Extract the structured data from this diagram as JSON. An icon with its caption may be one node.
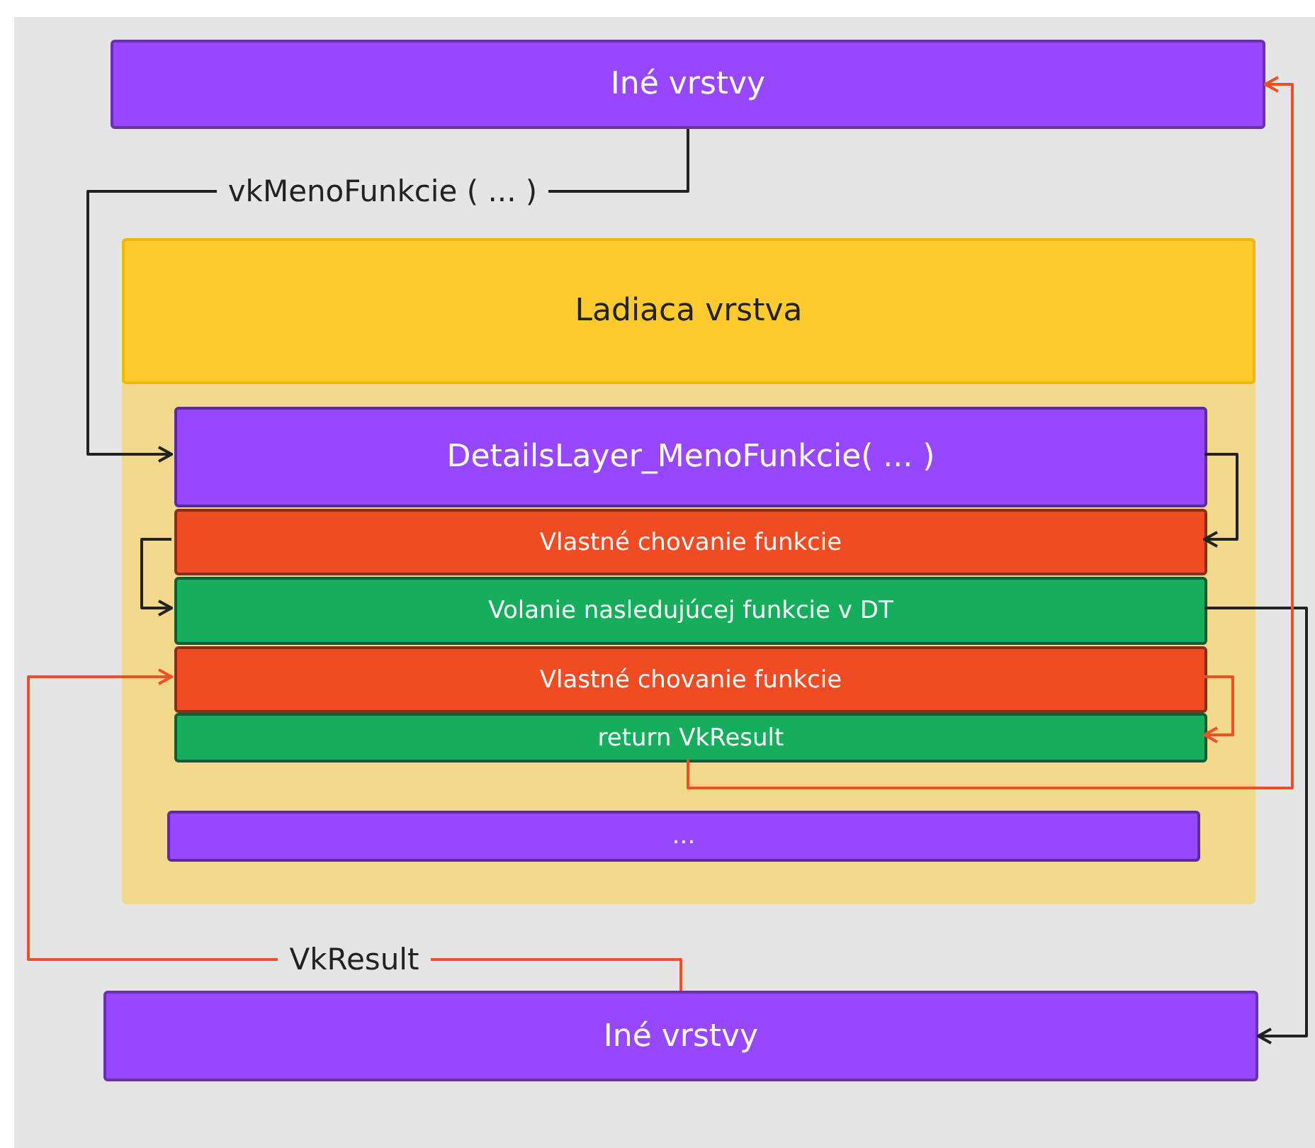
{
  "diagram": {
    "nodes": [
      {
        "text": [
          "Iné vrstvy"
        ]
      },
      {
        "text": [
          "Ladiaca vrstva"
        ]
      },
      {
        "text": [
          "DetailsLayer_MenoFunkcie( ... )"
        ],
        "in": 1
      },
      {
        "text": [
          "Vlastné chovanie funkcie"
        ],
        "in": 1
      },
      {
        "text": [
          "Volanie nasledujúcej funkcie v DT"
        ],
        "in": 1
      },
      {
        "text": [
          "Vlastné chovanie funkcie"
        ],
        "in": 1
      },
      {
        "text": [
          "return VkResult"
        ],
        "in": 1
      },
      {
        "text": [
          "..."
        ],
        "in": 1
      },
      {
        "text": [
          "Iné vrstvy"
        ]
      }
    ],
    "edges": [
      {
        "from": 0,
        "to": 2,
        "arrow": "to",
        "label": "vkMenoFunkcie ( ... )"
      },
      {
        "from": 2,
        "to": 3,
        "arrow": "to"
      },
      {
        "from": 3,
        "to": 4,
        "arrow": "to"
      },
      {
        "from": 4,
        "to": 8,
        "arrow": "to"
      },
      {
        "from": 5,
        "to": 6,
        "arrow": "to",
        "color": "#f04e23"
      },
      {
        "from": 6,
        "to": 0,
        "arrow": "to",
        "color": "#f04e23"
      },
      {
        "from": 8,
        "to": 5,
        "arrow": "to",
        "label": "VkResult",
        "color": "#f04e23"
      }
    ]
  }
}
